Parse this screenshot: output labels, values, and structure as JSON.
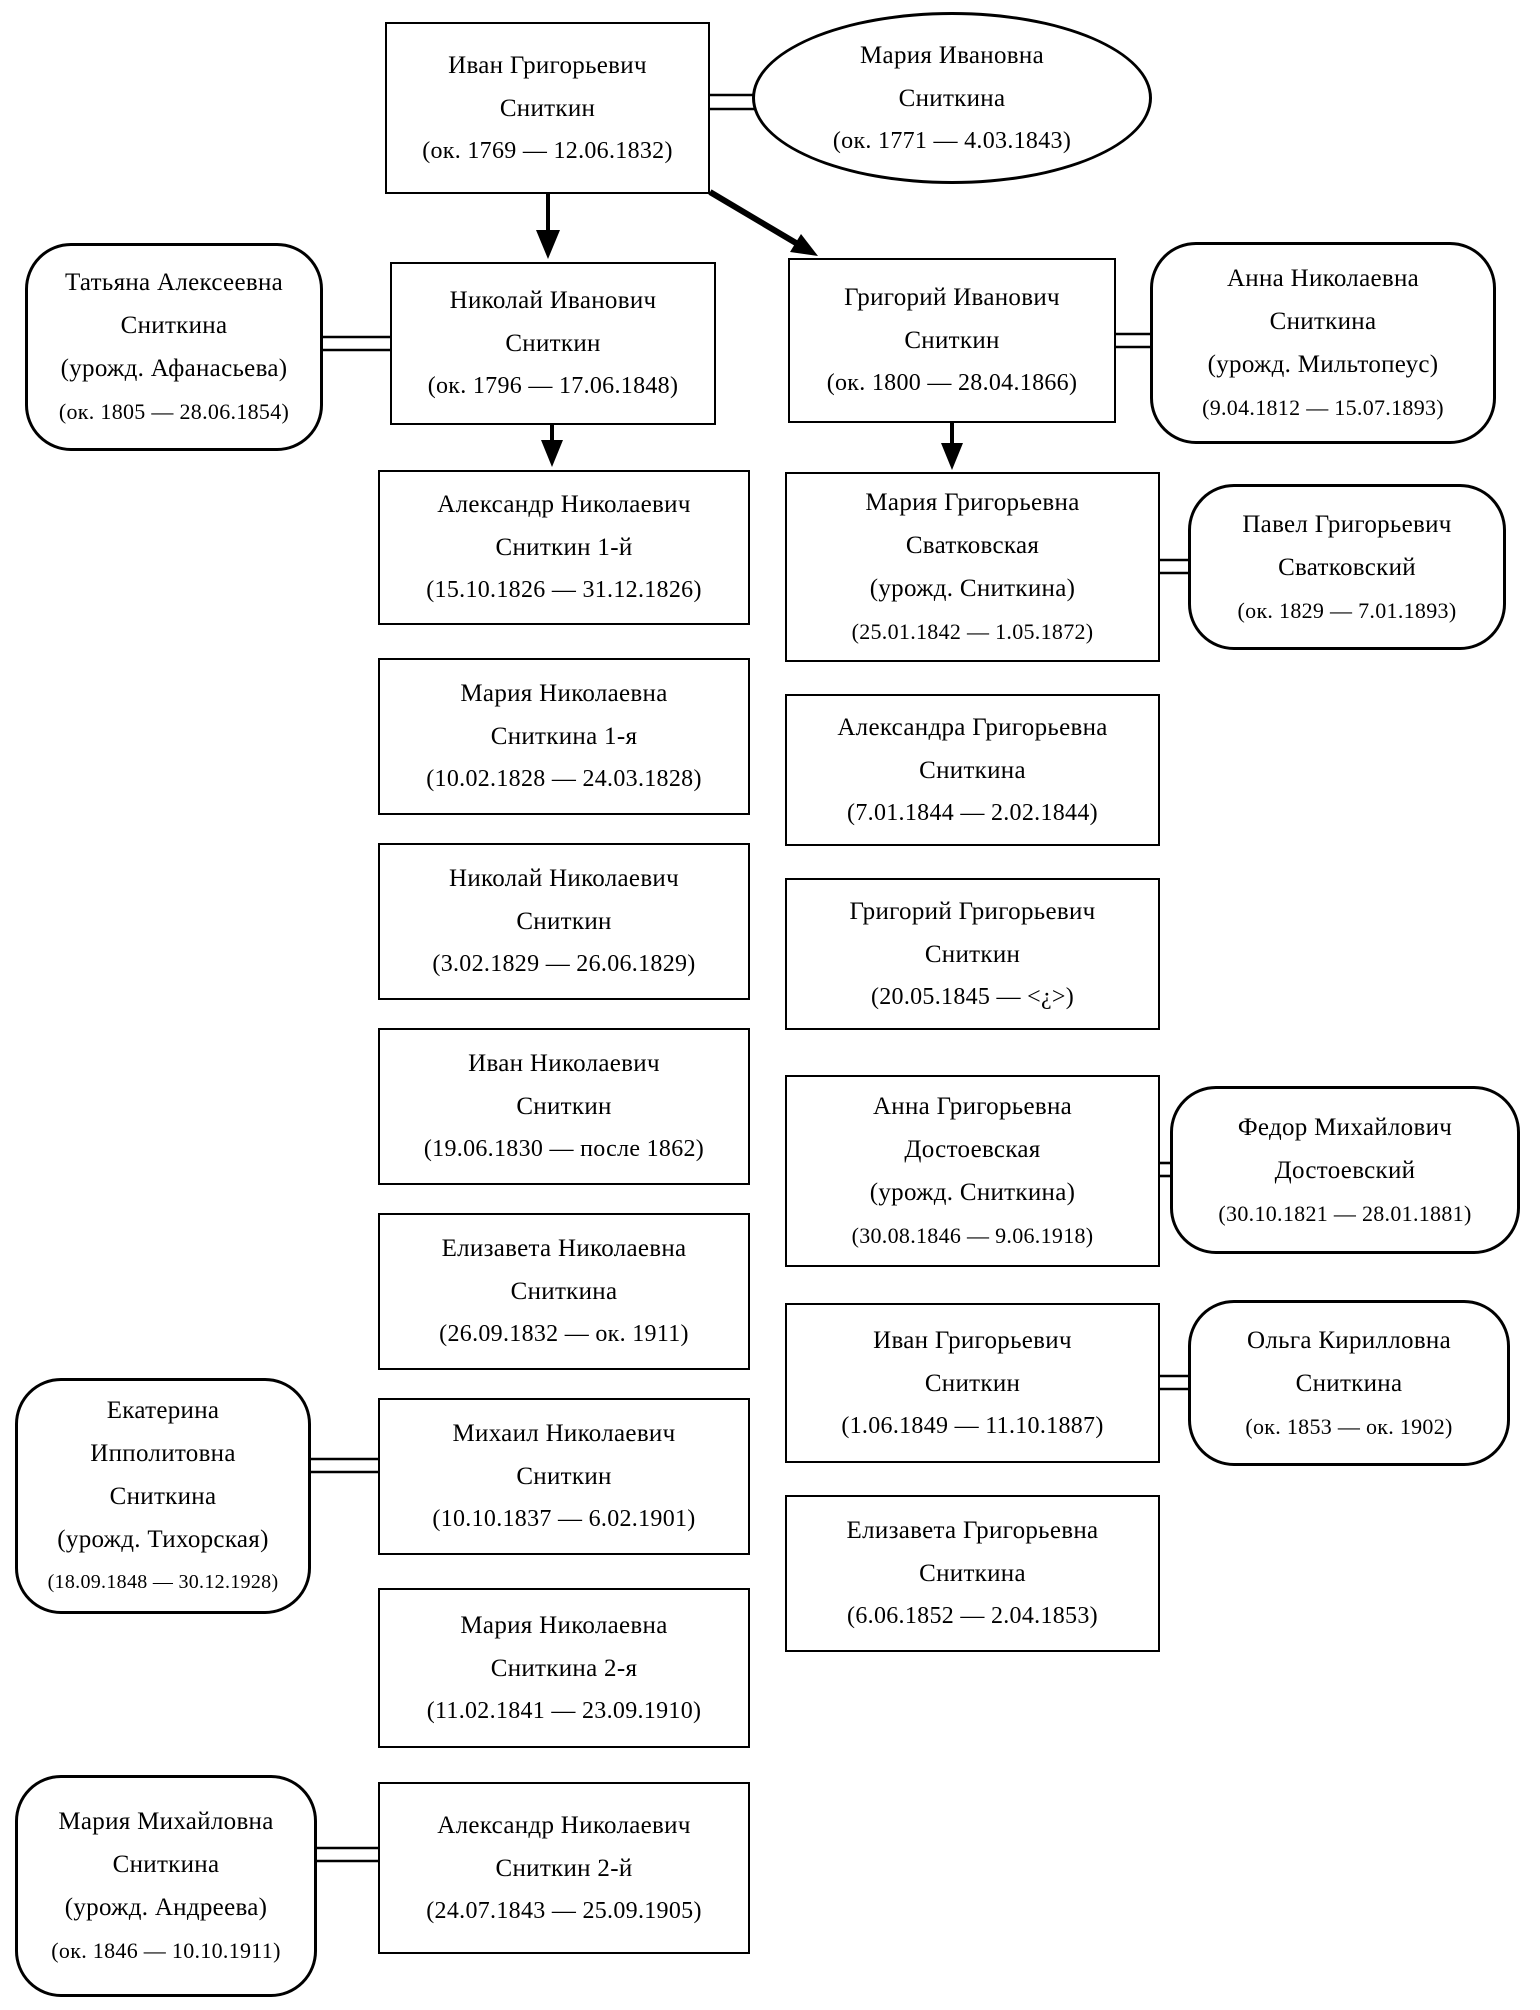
{
  "diagram": {
    "type": "family-tree",
    "language": "ru",
    "nodes": [
      {
        "id": "ivan-grigorievich-snitkin-sr",
        "shape": "rect",
        "lines": [
          "Иван Григорьевич",
          "Сниткин",
          "(ок. 1769 — 12.06.1832)"
        ]
      },
      {
        "id": "maria-ivanovna-snitkina",
        "shape": "ellipse",
        "lines": [
          "Мария Ивановна",
          "Сниткина",
          "(ок. 1771 — 4.03.1843)"
        ]
      },
      {
        "id": "tatiana-alekseevna-snitkina",
        "shape": "rounded",
        "lines": [
          "Татьяна Алексеевна",
          "Сниткина",
          "(урожд. Афанасьева)",
          "(ок. 1805 — 28.06.1854)"
        ]
      },
      {
        "id": "nikolai-ivanovich-snitkin",
        "shape": "rect",
        "lines": [
          "Николай Иванович",
          "Сниткин",
          "(ок. 1796 — 17.06.1848)"
        ]
      },
      {
        "id": "grigory-ivanovich-snitkin",
        "shape": "rect",
        "lines": [
          "Григорий Иванович",
          "Сниткин",
          "(ок. 1800 — 28.04.1866)"
        ]
      },
      {
        "id": "anna-nikolaevna-snitkina",
        "shape": "rounded",
        "lines": [
          "Анна Николаевна",
          "Сниткина",
          "(урожд. Мильтопеус)",
          "(9.04.1812 — 15.07.1893)"
        ]
      },
      {
        "id": "alexander-nikolaevich-snitkin-1",
        "shape": "rect",
        "lines": [
          "Александр Николаевич",
          "Сниткин 1-й",
          "(15.10.1826 — 31.12.1826)"
        ]
      },
      {
        "id": "maria-grigorievna-svatkovskaya",
        "shape": "rect",
        "lines": [
          "Мария Григорьевна",
          "Сватковская",
          "(урожд. Сниткина)",
          "(25.01.1842 — 1.05.1872)"
        ]
      },
      {
        "id": "pavel-grigorievich-svatkovsky",
        "shape": "rounded",
        "lines": [
          "Павел Григорьевич",
          "Сватковский",
          "(ок. 1829 — 7.01.1893)"
        ]
      },
      {
        "id": "maria-nikolaevna-snitkina-1",
        "shape": "rect",
        "lines": [
          "Мария Николаевна",
          "Сниткина 1-я",
          "(10.02.1828 — 24.03.1828)"
        ]
      },
      {
        "id": "alexandra-grigorievna-snitkina",
        "shape": "rect",
        "lines": [
          "Александра Григорьевна",
          "Сниткина",
          "(7.01.1844 — 2.02.1844)"
        ]
      },
      {
        "id": "nikolai-nikolaevich-snitkin",
        "shape": "rect",
        "lines": [
          "Николай Николаевич",
          "Сниткин",
          "(3.02.1829 — 26.06.1829)"
        ]
      },
      {
        "id": "grigory-grigorievich-snitkin",
        "shape": "rect",
        "lines": [
          "Григорий Григорьевич",
          "Сниткин",
          "(20.05.1845 — <¿>)"
        ]
      },
      {
        "id": "ivan-nikolaevich-snitkin",
        "shape": "rect",
        "lines": [
          "Иван Николаевич",
          "Сниткин",
          "(19.06.1830 — после 1862)"
        ]
      },
      {
        "id": "anna-grigorievna-dostoevskaya",
        "shape": "rect",
        "lines": [
          "Анна Григорьевна",
          "Достоевская",
          "(урожд. Сниткина)",
          "(30.08.1846 — 9.06.1918)"
        ]
      },
      {
        "id": "fedor-mikhailovich-dostoevsky",
        "shape": "rounded",
        "lines": [
          "Федор Михайлович",
          "Достоевский",
          "(30.10.1821 — 28.01.1881)"
        ]
      },
      {
        "id": "elizaveta-nikolaevna-snitkina",
        "shape": "rect",
        "lines": [
          "Елизавета Николаевна",
          "Сниткина",
          "(26.09.1832 — ок. 1911)"
        ]
      },
      {
        "id": "ivan-grigorievich-snitkin-jr",
        "shape": "rect",
        "lines": [
          "Иван Григорьевич",
          "Сниткин",
          "(1.06.1849 — 11.10.1887)"
        ]
      },
      {
        "id": "olga-kirillovna-snitkina",
        "shape": "rounded",
        "lines": [
          "Ольга Кирилловна",
          "Сниткина",
          "(ок. 1853 — ок. 1902)"
        ]
      },
      {
        "id": "ekaterina-ippolitovna-snitkina",
        "shape": "rounded",
        "lines": [
          "Екатерина",
          "Ипполитовна",
          "Сниткина",
          "(урожд. Тихорская)",
          "(18.09.1848 — 30.12.1928)"
        ]
      },
      {
        "id": "mikhail-nikolaevich-snitkin",
        "shape": "rect",
        "lines": [
          "Михаил Николаевич",
          "Сниткин",
          "(10.10.1837 — 6.02.1901)"
        ]
      },
      {
        "id": "maria-nikolaevna-snitkina-2",
        "shape": "rect",
        "lines": [
          "Мария Николаевна",
          "Сниткина 2-я",
          "(11.02.1841 — 23.09.1910)"
        ]
      },
      {
        "id": "elizaveta-grigorievna-snitkina",
        "shape": "rect",
        "lines": [
          "Елизавета Григорьевна",
          "Сниткина",
          "(6.06.1852 — 2.04.1853)"
        ]
      },
      {
        "id": "maria-mikhailovna-snitkina",
        "shape": "rounded",
        "lines": [
          "Мария Михайловна",
          "Сниткина",
          "(урожд. Андреева)",
          "(ок. 1846 — 10.10.1911)"
        ]
      },
      {
        "id": "alexander-nikolaevich-snitkin-2",
        "shape": "rect",
        "lines": [
          "Александр Николаевич",
          "Сниткин 2-й",
          "(24.07.1843 — 25.09.1905)"
        ]
      }
    ],
    "marriages": [
      [
        "ivan-grigorievich-snitkin-sr",
        "maria-ivanovna-snitkina"
      ],
      [
        "nikolai-ivanovich-snitkin",
        "tatiana-alekseevna-snitkina"
      ],
      [
        "grigory-ivanovich-snitkin",
        "anna-nikolaevna-snitkina"
      ],
      [
        "maria-grigorievna-svatkovskaya",
        "pavel-grigorievich-svatkovsky"
      ],
      [
        "anna-grigorievna-dostoevskaya",
        "fedor-mikhailovich-dostoevsky"
      ],
      [
        "ivan-grigorievich-snitkin-jr",
        "olga-kirillovna-snitkina"
      ],
      [
        "mikhail-nikolaevich-snitkin",
        "ekaterina-ippolitovna-snitkina"
      ],
      [
        "alexander-nikolaevich-snitkin-2",
        "maria-mikhailovna-snitkina"
      ]
    ],
    "descent_arrows": [
      [
        "ivan-grigorievich-snitkin-sr",
        "nikolai-ivanovich-snitkin"
      ],
      [
        "ivan-grigorievich-snitkin-sr",
        "grigory-ivanovich-snitkin"
      ],
      [
        "nikolai-ivanovich-snitkin",
        "alexander-nikolaevich-snitkin-1"
      ],
      [
        "grigory-ivanovich-snitkin",
        "maria-grigorievna-svatkovskaya"
      ]
    ]
  }
}
